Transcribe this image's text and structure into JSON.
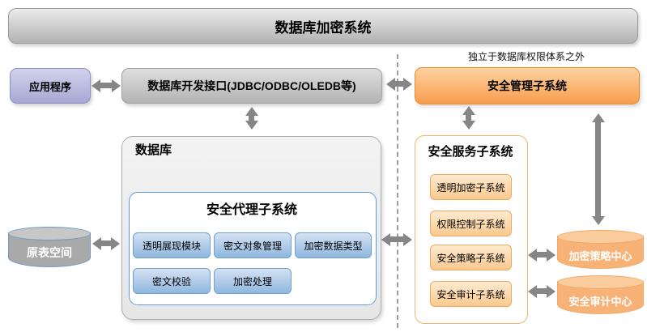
{
  "title": "数据库加密系统",
  "note": "独立于数据库权限体系之外",
  "app": {
    "label": "应用程序"
  },
  "interface": {
    "label": "数据库开发接口(JDBC/ODBC/OLEDB等)"
  },
  "management": {
    "label": "安全管理子系统"
  },
  "database": {
    "label": "数据库",
    "agent": {
      "title": "安全代理子系统",
      "modules": [
        "透明展现模块",
        "密文对象管理",
        "加密数据类型",
        "密文校验",
        "加密处理"
      ]
    }
  },
  "original_tablespace": {
    "label": "原表空间"
  },
  "service": {
    "title": "安全服务子系统",
    "subsystems": [
      "透明加密子系统",
      "权限控制子系统",
      "安全策略子系统",
      "安全审计子系统"
    ]
  },
  "centers": {
    "policy": "加密策略中心",
    "audit": "安全审计中心"
  },
  "icons": {
    "double_arrow": "double-headed-arrow",
    "dashed_divider": "dashed-vertical-line"
  },
  "colors": {
    "orange_accent": "#F89D4E",
    "orange_border": "#EA8A28",
    "blue_accent": "#5B9BD5",
    "blue_button": "#8FB7DF",
    "purple_accent": "#A7A7D4",
    "gray_box": "#B3B3B3",
    "arrow_gray": "#868686",
    "cylinder_gray": "#A9A9A9",
    "cylinder_orange": "#F7B377"
  }
}
